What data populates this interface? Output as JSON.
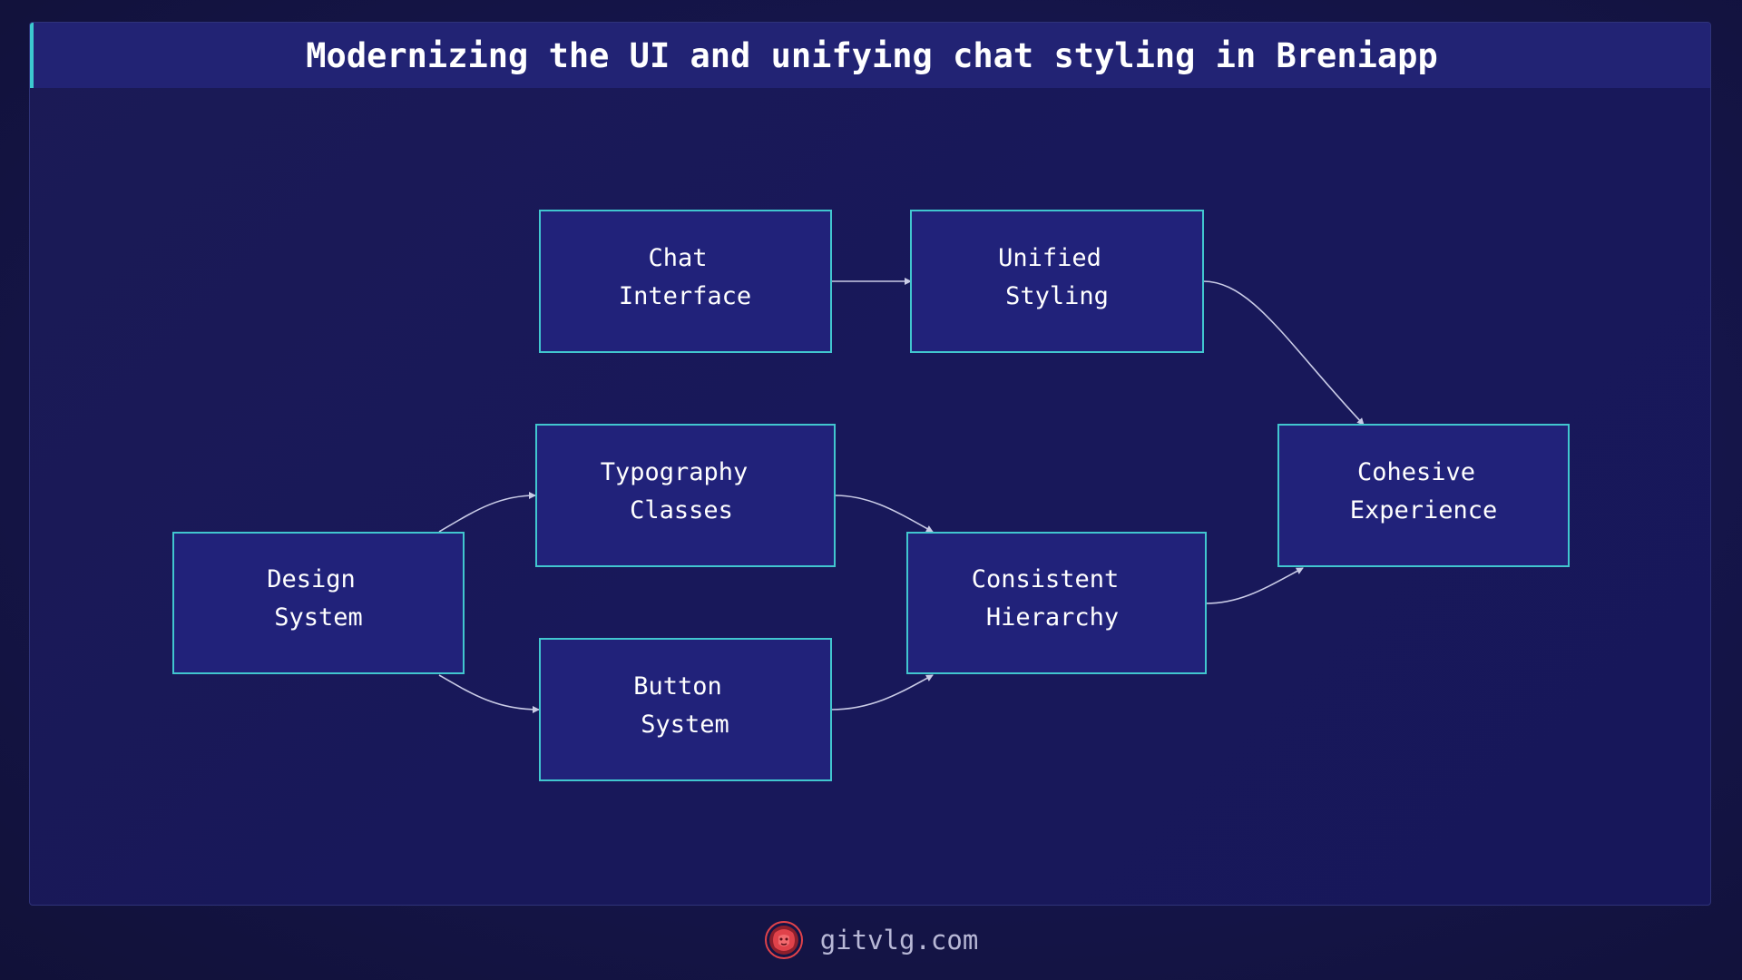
{
  "title": "Modernizing the UI and unifying chat styling in Breniapp",
  "nodes": {
    "chat_interface": [
      "Chat",
      "Interface"
    ],
    "unified_styling": [
      "Unified",
      "Styling"
    ],
    "typography_classes": [
      "Typography",
      "Classes"
    ],
    "cohesive_experience": [
      "Cohesive",
      "Experience"
    ],
    "design_system": [
      "Design",
      "System"
    ],
    "consistent_hierarchy": [
      "Consistent",
      "Hierarchy"
    ],
    "button_system": [
      "Button",
      "System"
    ]
  },
  "edges": [
    [
      "chat_interface",
      "unified_styling"
    ],
    [
      "unified_styling",
      "cohesive_experience"
    ],
    [
      "design_system",
      "typography_classes"
    ],
    [
      "design_system",
      "button_system"
    ],
    [
      "typography_classes",
      "consistent_hierarchy"
    ],
    [
      "button_system",
      "consistent_hierarchy"
    ],
    [
      "consistent_hierarchy",
      "cohesive_experience"
    ]
  ],
  "footer": {
    "site": "gitvlg.com",
    "logo_icon": "lion-head-icon"
  },
  "colors": {
    "node_fill": "#21227a",
    "node_border": "#41c6cf",
    "title_bar": "#222374",
    "accent": "#3cc9cf",
    "logo": "#e0424a"
  }
}
